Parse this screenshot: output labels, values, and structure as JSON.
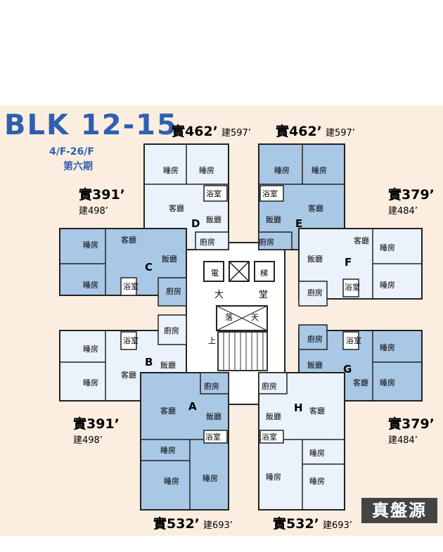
{
  "header": {
    "title": "BLK 12-15",
    "floors": "4/F-26/F",
    "phase": "第六期"
  },
  "units": {
    "A": {
      "letter": "A",
      "saleable": "實532’",
      "gross": "建693’",
      "living": "客廳",
      "dining": "飯廳",
      "kitchen": "廚房",
      "bath": "浴室",
      "bed1": "睡房",
      "bed2": "睡房",
      "bed3": "睡房"
    },
    "B": {
      "letter": "B",
      "saleable": "實391’",
      "gross": "建498’",
      "living": "客廳",
      "dining": "飯廳",
      "kitchen": "廚房",
      "bath": "浴室",
      "bed1": "睡房",
      "bed2": "睡房"
    },
    "C": {
      "letter": "C",
      "saleable": "實391’",
      "gross": "建498’",
      "living": "客廳",
      "dining": "飯廳",
      "kitchen": "廚房",
      "bath": "浴室",
      "bed1": "睡房",
      "bed2": "睡房"
    },
    "D": {
      "letter": "D",
      "saleable": "實462’",
      "gross": "建597’",
      "living": "客廳",
      "dining": "飯廳",
      "kitchen": "廚房",
      "bath": "浴室",
      "bed1": "睡房",
      "bed2": "睡房"
    },
    "E": {
      "letter": "E",
      "saleable": "實462’",
      "gross": "建597’",
      "living": "客廳",
      "dining": "飯廳",
      "kitchen": "廚房",
      "bath": "浴室",
      "bed1": "睡房",
      "bed2": "睡房"
    },
    "F": {
      "letter": "F",
      "saleable": "實379’",
      "gross": "建484’",
      "living": "客廳",
      "dining": "飯廳",
      "kitchen": "廚房",
      "bath": "浴室",
      "bed1": "睡房",
      "bed2": "睡房"
    },
    "G": {
      "letter": "G",
      "saleable": "實379’",
      "gross": "建484’",
      "living": "客廳",
      "dining": "飯廳",
      "kitchen": "廚房",
      "bath": "浴室",
      "bed1": "睡房",
      "bed2": "睡房"
    },
    "H": {
      "letter": "H",
      "saleable": "實532’",
      "gross": "建693’",
      "living": "客廳",
      "dining": "飯廳",
      "kitchen": "廚房",
      "bath": "浴室",
      "bed1": "睡房",
      "bed2": "睡房",
      "bed3": "睡房"
    }
  },
  "core": {
    "lift1": "電",
    "lift2": "梯",
    "lobby1": "大",
    "lobby2": "堂",
    "stair": "落",
    "stair2": "天",
    "up": "上"
  },
  "watermark": "真盤源",
  "colors": {
    "blue_unit": "#a9c8e6",
    "pale_unit": "#eaf3fb",
    "title": "#2f5fb0",
    "bg": "#fbeee0"
  }
}
